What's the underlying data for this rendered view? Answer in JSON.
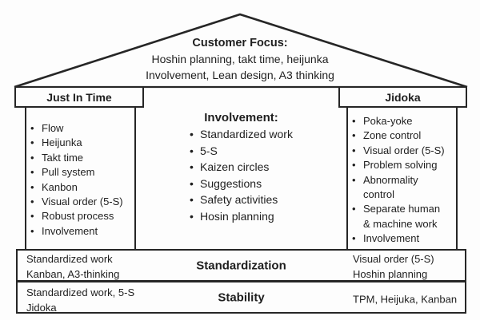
{
  "diagram": {
    "roof": {
      "title": "Customer Focus:",
      "subtitle1": "Hoshin planning, takt time, heijunka",
      "subtitle2": "Involvement, Lean design, A3 thinking"
    },
    "left_pillar": {
      "title": "Just In Time",
      "items": [
        "Flow",
        "Heijunka",
        "Takt time",
        "Pull system",
        "Kanbon",
        "Visual order (5-S)",
        "Robust process",
        "Involvement"
      ]
    },
    "center": {
      "title": "Involvement:",
      "items": [
        "Standardized work",
        "5-S",
        "Kaizen circles",
        "Suggestions",
        "Safety activities",
        "Hosin planning"
      ]
    },
    "right_pillar": {
      "title": "Jidoka",
      "items": [
        "Poka-yoke",
        "Zone control",
        "Visual order (5-S)",
        "Problem solving",
        "Abnormality\ncontrol",
        "Separate human\n& machine work",
        "Involvement"
      ]
    },
    "foundation": {
      "standardization": {
        "label": "Standardization",
        "left_line1": "Standardized work",
        "left_line2": "Kanban, A3-thinking",
        "right_line1": "Visual order (5-S)",
        "right_line2": "Hoshin planning"
      },
      "stability": {
        "label": "Stability",
        "left_line1": "Standardized work, 5-S",
        "left_line2": "Jidoka",
        "right_line1": "TPM, Heijuka, Kanban"
      }
    },
    "colors": {
      "ink": "#262626",
      "background": "#fdfdfd"
    }
  }
}
